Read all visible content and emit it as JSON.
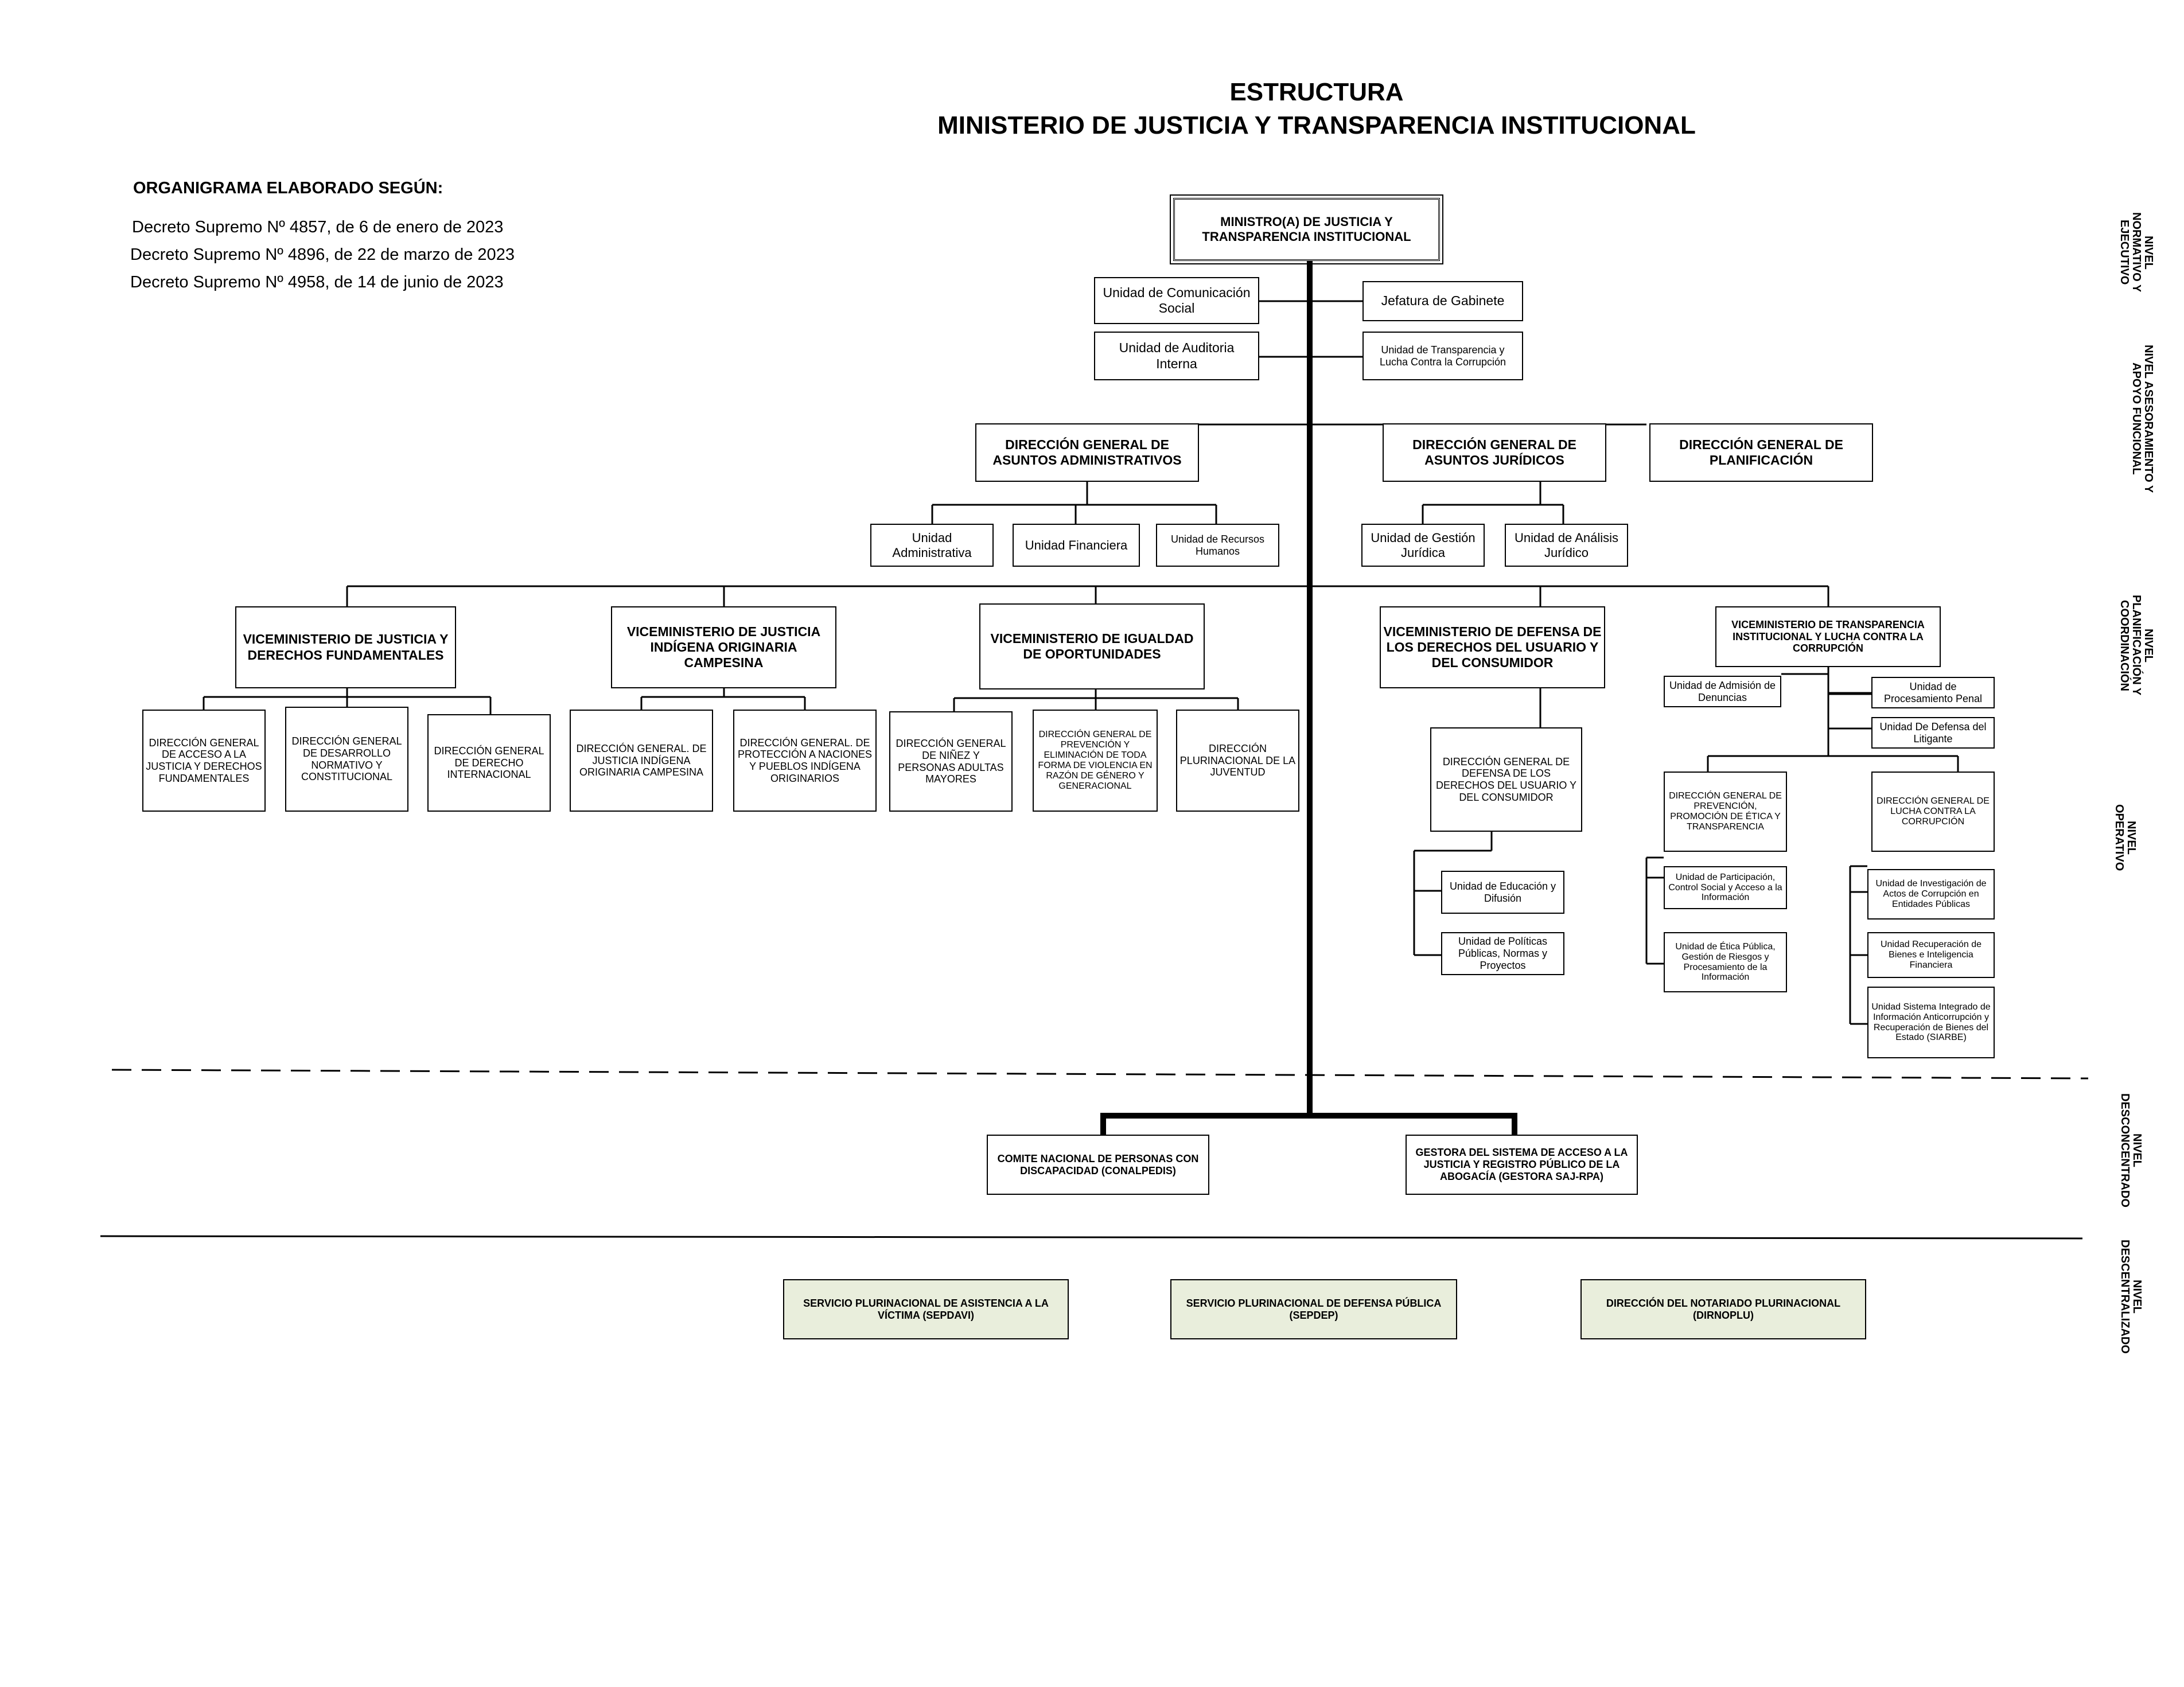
{
  "header": {
    "title_line1": "ESTRUCTURA",
    "title_line2": "MINISTERIO DE JUSTICIA Y TRANSPARENCIA INSTITUCIONAL",
    "basis_label": "ORGANIGRAMA ELABORADO SEGÚN:",
    "decrees": [
      "Decreto Supremo Nº 4857, de 6 de enero de 2023",
      "Decreto Supremo Nº 4896, de 22 de marzo de 2023",
      "Decreto Supremo Nº 4958, de 14 de junio de 2023"
    ]
  },
  "levels": [
    "NIVEL NORMATIVO Y EJECUTIVO",
    "NIVEL ASESORAMIENTO Y APOYO FUNCIONAL",
    "NIVEL PLANIFICACIÓN Y COORDINACIÓN",
    "NIVEL OPERATIVO",
    "NIVEL DESCONCENTRADO",
    "NIVEL DESCENTRALIZADO"
  ],
  "ministro": "MINISTRO(A) DE JUSTICIA Y TRANSPARENCIA INSTITUCIONAL",
  "staff": {
    "com_social": "Unidad de Comunicación Social",
    "auditoria": "Unidad de Auditoria Interna",
    "gabinete": "Jefatura de Gabinete",
    "transparencia": "Unidad de Transparencia y Lucha Contra la Corrupción"
  },
  "dg": {
    "administrativos": "DIRECCIÓN GENERAL DE ASUNTOS ADMINISTRATIVOS",
    "juridicos": "DIRECCIÓN GENERAL DE ASUNTOS JURÍDICOS",
    "planificacion": "DIRECCIÓN GENERAL DE PLANIFICACIÓN"
  },
  "dg_units": {
    "administrativa": "Unidad Administrativa",
    "financiera": "Unidad Financiera",
    "rrhh": "Unidad de Recursos Humanos",
    "gestion_juridica": "Unidad de Gestión Jurídica",
    "analisis_juridico": "Unidad de Análisis Jurídico"
  },
  "vice": {
    "justicia": "VICEMINISTERIO DE JUSTICIA Y DERECHOS FUNDAMENTALES",
    "indigena": "VICEMINISTERIO DE JUSTICIA INDÍGENA ORIGINARIA CAMPESINA",
    "igualdad": "VICEMINISTERIO DE IGUALDAD DE OPORTUNIDADES",
    "defensa": "VICEMINISTERIO DE DEFENSA DE LOS DERECHOS DEL USUARIO Y DEL CONSUMIDOR",
    "transparencia": "VICEMINISTERIO DE TRANSPARENCIA INSTITUCIONAL Y LUCHA CONTRA LA CORRUPCIÓN"
  },
  "op": {
    "acceso": "DIRECCIÓN GENERAL DE ACCESO A LA JUSTICIA Y DERECHOS FUNDAMENTALES",
    "desarrollo": "DIRECCIÓN GENERAL DE DESARROLLO NORMATIVO Y CONSTITUCIONAL",
    "internacional": "DIRECCIÓN GENERAL DE DERECHO INTERNACIONAL",
    "jioc": "DIRECCIÓN GENERAL. DE JUSTICIA INDÍGENA ORIGINARIA CAMPESINA",
    "proteccion": "DIRECCIÓN GENERAL. DE PROTECCIÓN A NACIONES Y PUEBLOS INDÍGENA ORIGINARIOS",
    "ninez": "DIRECCIÓN GENERAL DE NIÑEZ Y PERSONAS ADULTAS MAYORES",
    "violencia": "DIRECCIÓN GENERAL DE PREVENCIÓN Y ELIMINACIÓN DE TODA FORMA DE VIOLENCIA EN RAZÓN DE GÉNERO Y GENERACIONAL",
    "juventud": "DIRECCIÓN PLURINACIONAL DE LA JUVENTUD",
    "defensa_usuario": "DIRECCIÓN GENERAL DE DEFENSA DE LOS DERECHOS DEL USUARIO Y DEL CONSUMIDOR",
    "educacion": "Unidad de Educación y Difusión",
    "politicas": "Unidad de Políticas Públicas, Normas y Proyectos",
    "admision": "Unidad de Admisión de Denuncias",
    "penal": "Unidad de Procesamiento Penal",
    "litigante": "Unidad De Defensa del Litigante",
    "prevencion": "DIRECCIÓN GENERAL DE PREVENCIÓN, PROMOCIÓN DE ÉTICA Y TRANSPARENCIA",
    "lucha": "DIRECCIÓN GENERAL DE LUCHA CONTRA LA CORRUPCIÓN",
    "participacion": "Unidad de Participación, Control Social y Acceso a la Información",
    "etica": "Unidad de Ética Pública, Gestión de Riesgos y Procesamiento de la Información",
    "investigacion": "Unidad de Investigación de Actos de Corrupción en Entidades Públicas",
    "recuperacion": "Unidad Recuperación de Bienes e Inteligencia Financiera",
    "siarbe": "Unidad Sistema Integrado de Información Anticorrupción y Recuperación de Bienes del Estado (SIARBE)"
  },
  "desconcentrado": {
    "conalpedis": "COMITE NACIONAL DE PERSONAS CON DISCAPACIDAD (CONALPEDIS)",
    "gestora": "GESTORA DEL SISTEMA DE ACCESO A LA JUSTICIA Y REGISTRO PÚBLICO DE LA ABOGACÍA (GESTORA SAJ-RPA)"
  },
  "descentralizado": {
    "sepdavi": "SERVICIO PLURINACIONAL DE ASISTENCIA A LA VÍCTIMA (SEPDAVI)",
    "sepdep": "SERVICIO PLURINACIONAL DE DEFENSA PÚBLICA (SEPDEP)",
    "dirnoplu": "DIRECCIÓN DEL NOTARIADO PLURINACIONAL (DIRNOPLU)"
  },
  "colors": {
    "line": "#000000",
    "descentralizado_fill": "#e9eedc"
  }
}
